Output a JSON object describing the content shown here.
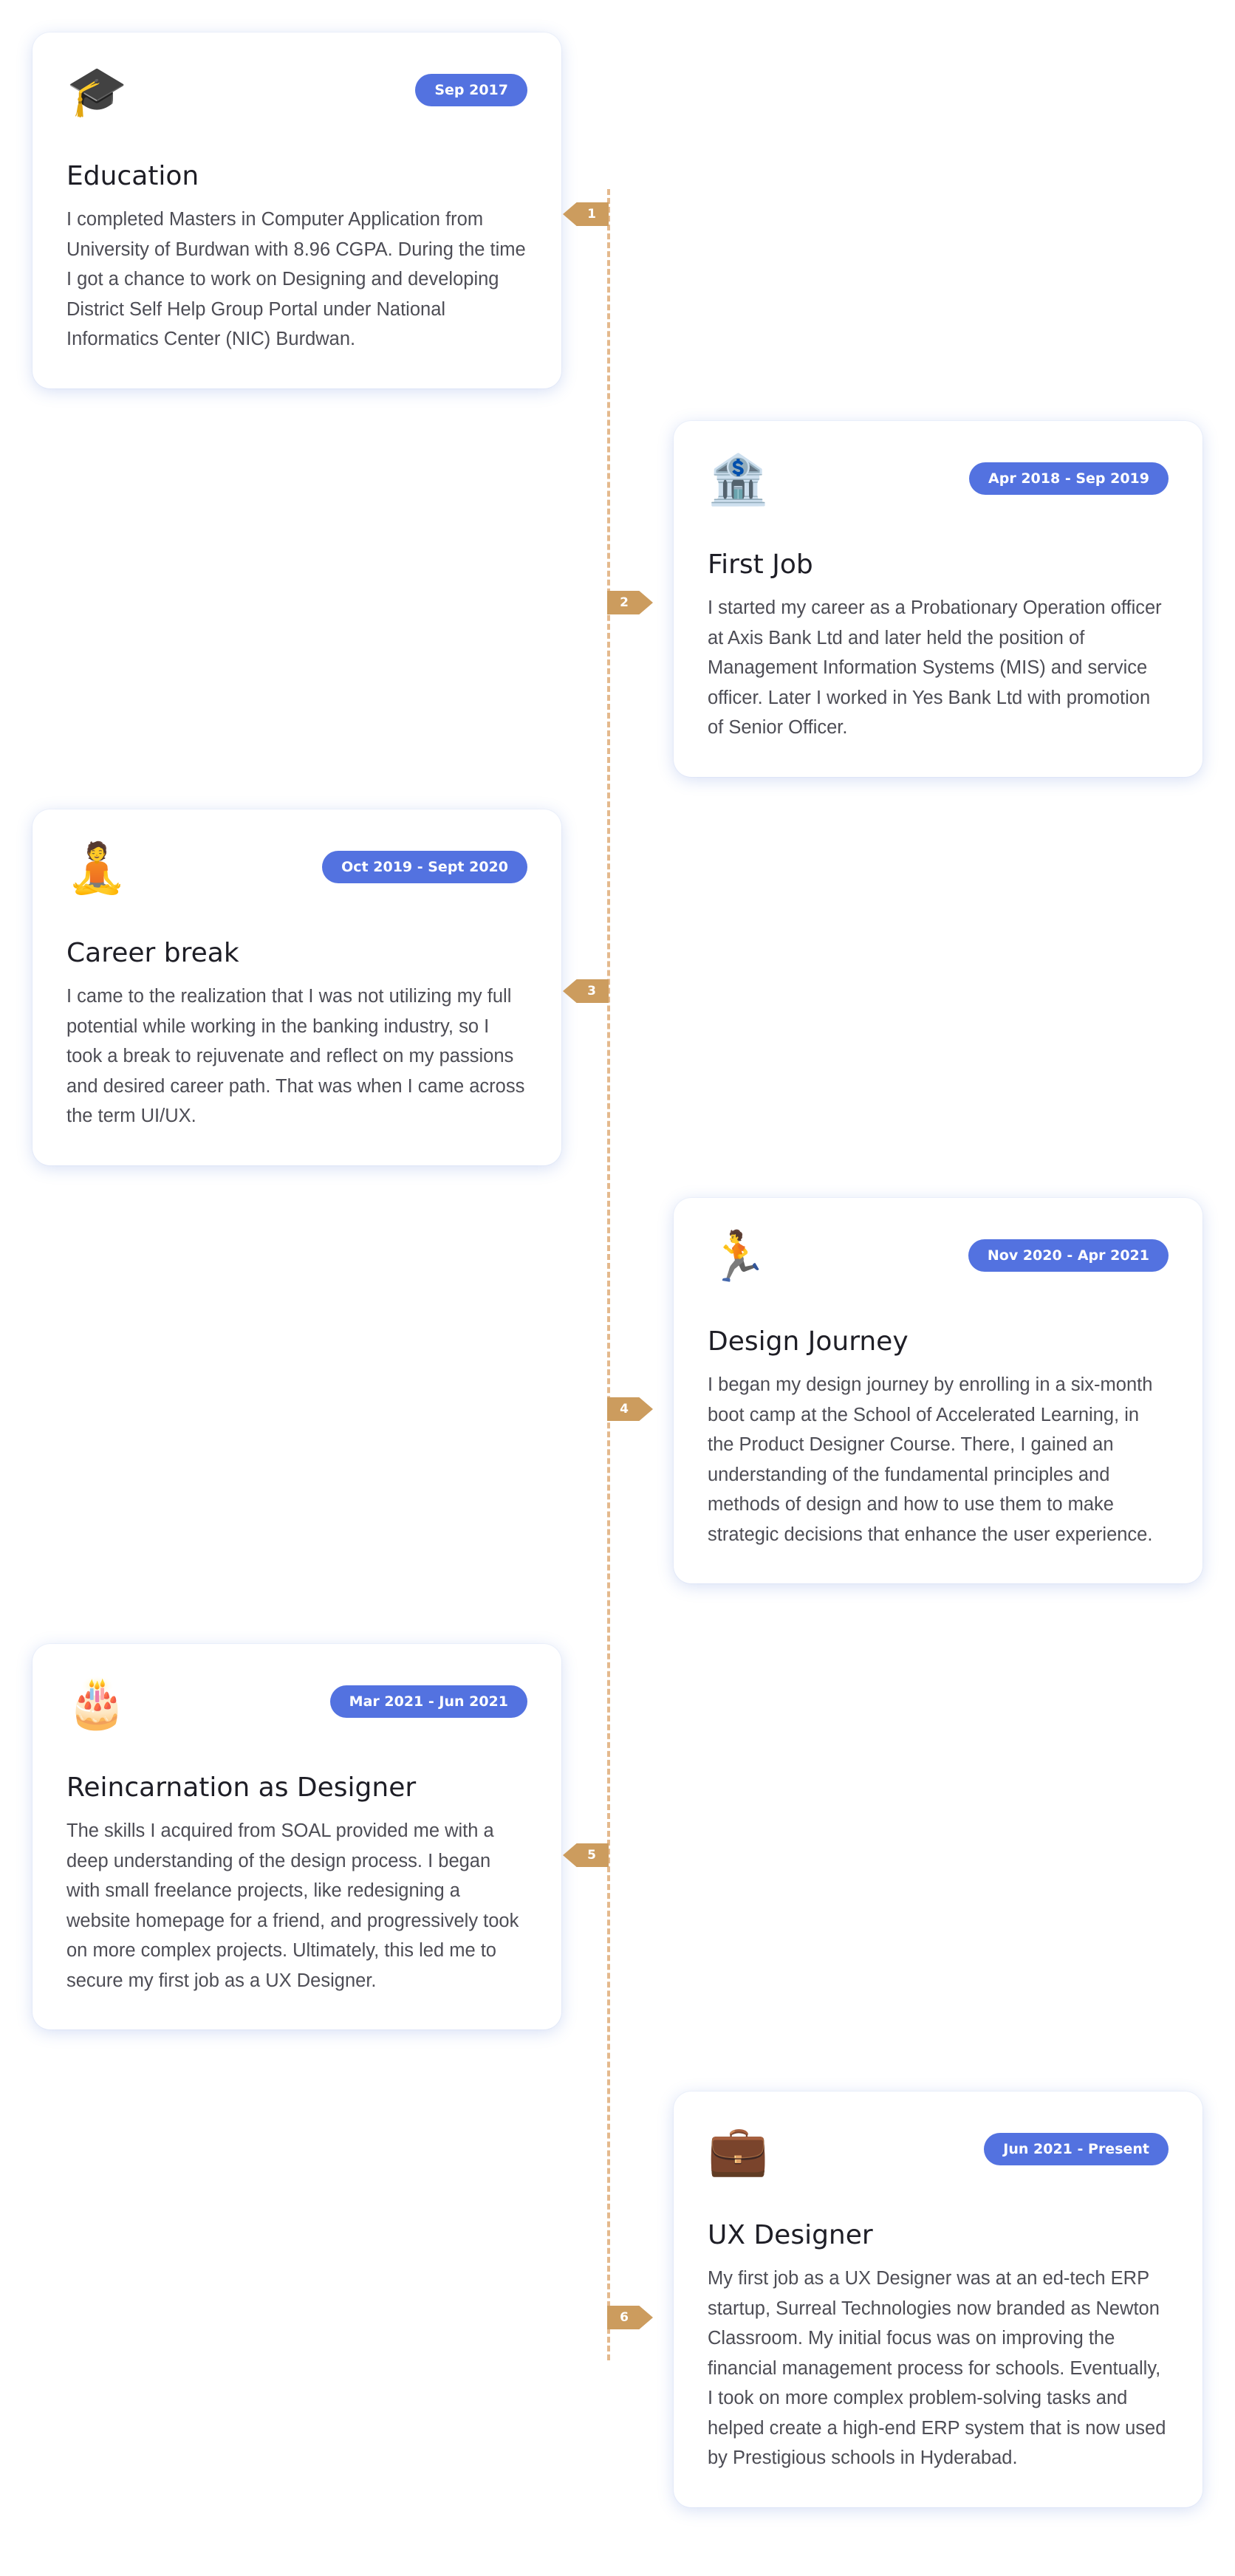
{
  "timeline": [
    {
      "marker": "1",
      "icon": "graduation-cap-icon",
      "emoji": "🎓",
      "date": "Sep 2017",
      "title": "Education",
      "text": "I completed Masters in Computer Application from University of Burdwan with 8.96 CGPA. During the time I got a chance to work on Designing and developing District Self Help Group Portal under National Informatics Center (NIC) Burdwan."
    },
    {
      "marker": "2",
      "icon": "bank-icon",
      "emoji": "🏦",
      "date": "Apr 2018 - Sep 2019",
      "title": "First Job",
      "text": "I started my career as a Probationary Operation officer at Axis Bank Ltd and later held the position of Management Information Systems (MIS) and service officer. Later I worked in Yes Bank Ltd with promotion of Senior Officer."
    },
    {
      "marker": "3",
      "icon": "meditation-icon",
      "emoji": "🧘",
      "date": "Oct 2019 - Sept 2020",
      "title": "Career break",
      "text": "I came to the realization that I was not utilizing my full potential while working in the banking industry, so I took a break to rejuvenate and reflect on my passions and desired career path. That was when I came across the term UI/UX."
    },
    {
      "marker": "4",
      "icon": "running-person-icon",
      "emoji": "🏃",
      "date": "Nov 2020 - Apr 2021",
      "title": "Design Journey",
      "text": "I began my design journey by enrolling in a six-month boot camp at the School of Accelerated Learning, in the Product Designer Course. There, I gained an understanding of the fundamental principles and methods of design and how to use them to make strategic decisions that enhance the user experience."
    },
    {
      "marker": "5",
      "icon": "birthday-cake-icon",
      "emoji": "🎂",
      "date": "Mar 2021 - Jun 2021",
      "title": "Reincarnation as Designer",
      "text": "The skills I acquired from SOAL provided me with a deep understanding of the design process. I began with small freelance projects, like redesigning a website homepage for a friend, and progressively took on more complex projects. Ultimately, this led me to secure my first job as a UX Designer."
    },
    {
      "marker": "6",
      "icon": "briefcase-icon",
      "emoji": "💼",
      "date": "Jun 2021 - Present",
      "title": "UX Designer",
      "text": "My first job as a UX Designer was at an ed-tech ERP startup, Surreal Technologies now branded as Newton Classroom. My initial focus was on improving the financial management process for schools. Eventually, I took on more complex problem-solving tasks and helped create a high-end ERP system that is now used by Prestigious schools in Hyderabad."
    }
  ],
  "colors": {
    "badge": "#5372e0",
    "marker": "#cc9c5e",
    "timeline_line": "#e4b98d",
    "title": "#1e1e26",
    "body_text": "#4d4d55"
  }
}
